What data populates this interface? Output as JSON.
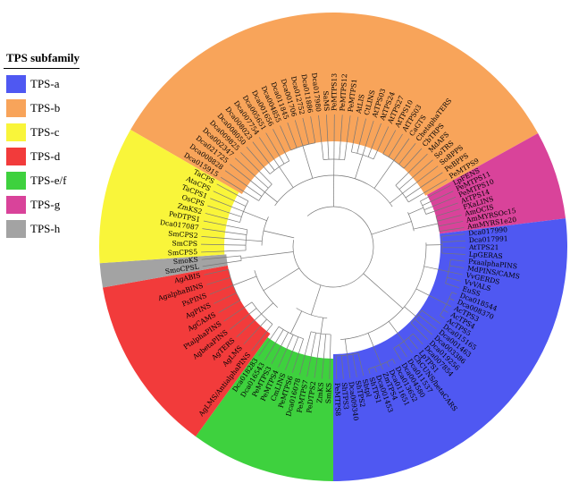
{
  "legend": {
    "title": "TPS subfamily",
    "items": [
      {
        "label": "TPS-a",
        "color": "#4F58F2"
      },
      {
        "label": "TPS-b",
        "color": "#F8A45A"
      },
      {
        "label": "TPS-c",
        "color": "#F9F53A"
      },
      {
        "label": "TPS-d",
        "color": "#F23B3B"
      },
      {
        "label": "TPS-e/f",
        "color": "#3ED13E"
      },
      {
        "label": "TPS-g",
        "color": "#D9439A"
      },
      {
        "label": "TPS-h",
        "color": "#A3A3A3"
      }
    ]
  },
  "tree": {
    "clades": [
      {
        "subfamily": "TPS-b",
        "color": "#F8A45A",
        "taxa": [
          "Dca015915",
          "Dca008828",
          "Dca021725",
          "Dca002347",
          "Dca009825",
          "Dca008050",
          "Dca008023",
          "Dca007754",
          "Dca005651",
          "Dca001656",
          "Dca004855",
          "Dca011845",
          "Dca001706",
          "Dca012752",
          "Dca011886",
          "Dca017980",
          "SaMS",
          "PeMTPS13",
          "PeMTPS12",
          "PeMTPS1",
          "AtLIS",
          "CtLINS",
          "AtTPS03",
          "AtTPS24",
          "AtTPS27",
          "AtTPS10",
          "AtTPS03",
          "CaGTS",
          "ChetaphaTERS",
          "CbTRPS",
          "MdAFS",
          "SoTRS",
          "SoBPPS",
          "PeBPPS",
          "PeMTPS9"
        ]
      },
      {
        "subfamily": "TPS-g",
        "color": "#D9439A",
        "taxa": [
          "LpFENS",
          "PeMTPS11",
          "PeMTPS10",
          "AtTPS14",
          "FXaLINS",
          "AmOCIS",
          "AmMYRSOc15",
          "AmMYRS1e20"
        ]
      },
      {
        "subfamily": "TPS-a",
        "color": "#4F58F2",
        "taxa": [
          "Dca017990",
          "Dca017991",
          "AtTPS21",
          "LpGERAS",
          "PxaalphaPINS",
          "MdPINS/CAMS",
          "VvGERDS",
          "VvVALS",
          "EuSS",
          "Dca018544",
          "Dca008370",
          "AcTPS3",
          "AcTPS4",
          "AcTPS5",
          "Dca015165",
          "Dca001463",
          "Dca003386",
          "Dca019256",
          "Dca007854",
          "LpTPS1",
          "ChCUNS/betaCARS",
          "Dca011537",
          "Dca004580",
          "Dca013652",
          "Dca011651",
          "ZmTPS4",
          "Dca001453",
          "ShTPS1",
          "Sbtpl",
          "ShTPS2",
          "Dca009340",
          "ShTPS3",
          "PeMTPS8"
        ]
      },
      {
        "subfamily": "TPS-e/f",
        "color": "#3ED13E",
        "taxa": [
          "SmKS",
          "ZmKS",
          "PeDTPS2",
          "PeMTPS7",
          "Dca016078",
          "PeMTPS6",
          "CmLINS",
          "PeMTPS4",
          "PeMTPS3",
          "Dca016543",
          "Dca018283"
        ]
      },
      {
        "subfamily": "TPS-d",
        "color": "#F23B3B",
        "taxa": [
          "AgLMS/AntialphaPINS",
          "AgLMS",
          "AgTERS",
          "AgbetaPINS",
          "PtalphaPINS",
          "AgCAMS",
          "AgPINS",
          "PsPINS",
          "AgalphaBINS",
          "AgABIS"
        ]
      },
      {
        "subfamily": "TPS-h",
        "color": "#A3A3A3",
        "taxa": [
          "SmoCPSL",
          "SmoKS"
        ]
      },
      {
        "subfamily": "TPS-c",
        "color": "#F9F53A",
        "taxa": [
          "SmCPS5",
          "SmCPS",
          "SmCPS2",
          "Dca017087",
          "PeDTPS1",
          "ZmKS2",
          "OsCPS",
          "TaCPS1",
          "AtaCPS",
          "TaCPS"
        ]
      }
    ]
  }
}
